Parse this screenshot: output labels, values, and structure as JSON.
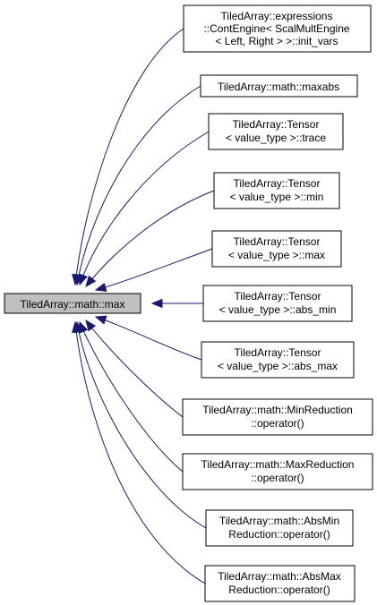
{
  "graph": {
    "root": {
      "lines": [
        "TiledArray::math::max"
      ]
    },
    "callers": [
      {
        "lines": [
          "TiledArray::expressions",
          "::ContEngine< ScalMultEngine",
          "< Left, Right > >::init_vars"
        ]
      },
      {
        "lines": [
          "TiledArray::math::maxabs"
        ]
      },
      {
        "lines": [
          "TiledArray::Tensor",
          "< value_type >::trace"
        ]
      },
      {
        "lines": [
          "TiledArray::Tensor",
          "< value_type >::min"
        ]
      },
      {
        "lines": [
          "TiledArray::Tensor",
          "< value_type >::max"
        ]
      },
      {
        "lines": [
          "TiledArray::Tensor",
          "< value_type >::abs_min"
        ]
      },
      {
        "lines": [
          "TiledArray::Tensor",
          "< value_type >::abs_max"
        ]
      },
      {
        "lines": [
          "TiledArray::math::MinReduction",
          "::operator()"
        ]
      },
      {
        "lines": [
          "TiledArray::math::MaxReduction",
          "::operator()"
        ]
      },
      {
        "lines": [
          "TiledArray::math::AbsMin",
          "Reduction::operator()"
        ]
      },
      {
        "lines": [
          "TiledArray::math::AbsMax",
          "Reduction::operator()"
        ]
      }
    ],
    "colors": {
      "edge": "#191970",
      "root_fill": "#bfbfbf",
      "node_fill": "#ffffff",
      "border": "#000000"
    }
  }
}
